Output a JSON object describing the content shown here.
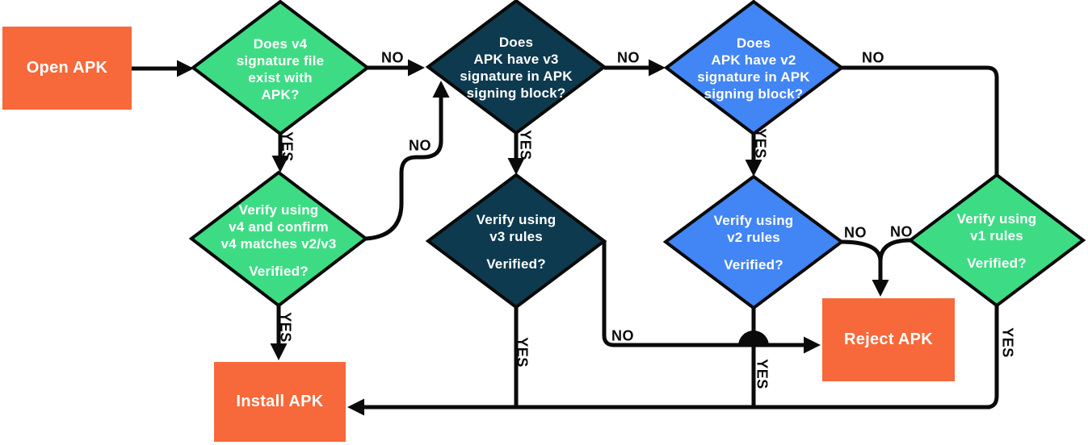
{
  "nodes": {
    "open_apk": {
      "label": "Open APK"
    },
    "q_v4": {
      "lines": [
        "Does v4",
        "signature file",
        "exist with",
        "APK?"
      ]
    },
    "q_v3": {
      "lines": [
        "Does",
        "APK have v3",
        "signature in APK",
        "signing block?"
      ]
    },
    "q_v2": {
      "lines": [
        "Does",
        "APK have v2",
        "signature in APK",
        "signing block?"
      ]
    },
    "verify_v4": {
      "lines": [
        "Verify using",
        "v4 and confirm",
        "v4 matches v2/v3"
      ],
      "question": "Verified?"
    },
    "verify_v3": {
      "lines": [
        "Verify using",
        "v3 rules"
      ],
      "question": "Verified?"
    },
    "verify_v2": {
      "lines": [
        "Verify using",
        "v2 rules"
      ],
      "question": "Verified?"
    },
    "verify_v1": {
      "lines": [
        "Verify using",
        "v1 rules"
      ],
      "question": "Verified?"
    },
    "reject_apk": {
      "label": "Reject APK"
    },
    "install_apk": {
      "label": "Install APK"
    }
  },
  "edge_labels": {
    "q_v4_no": "NO",
    "q_v3_no": "NO",
    "q_v2_no": "NO",
    "verify_v4_no": "NO",
    "verify_v3_no": "NO",
    "verify_v2_no": "NO",
    "verify_v1_no": "NO",
    "q_v4_yes": "YES",
    "q_v3_yes": "YES",
    "q_v2_yes": "YES",
    "verify_v4_yes": "YES",
    "verify_v3_yes": "YES",
    "verify_v2_yes": "YES",
    "verify_v1_yes": "YES"
  },
  "colors": {
    "green": "#3DDC84",
    "navy": "#0D3A4E",
    "blue": "#4285F4",
    "orange": "#F7683A",
    "line": "#0A0A0A",
    "node_text": "#FFFFFF",
    "edge_label_text": "#0A0A0A"
  }
}
